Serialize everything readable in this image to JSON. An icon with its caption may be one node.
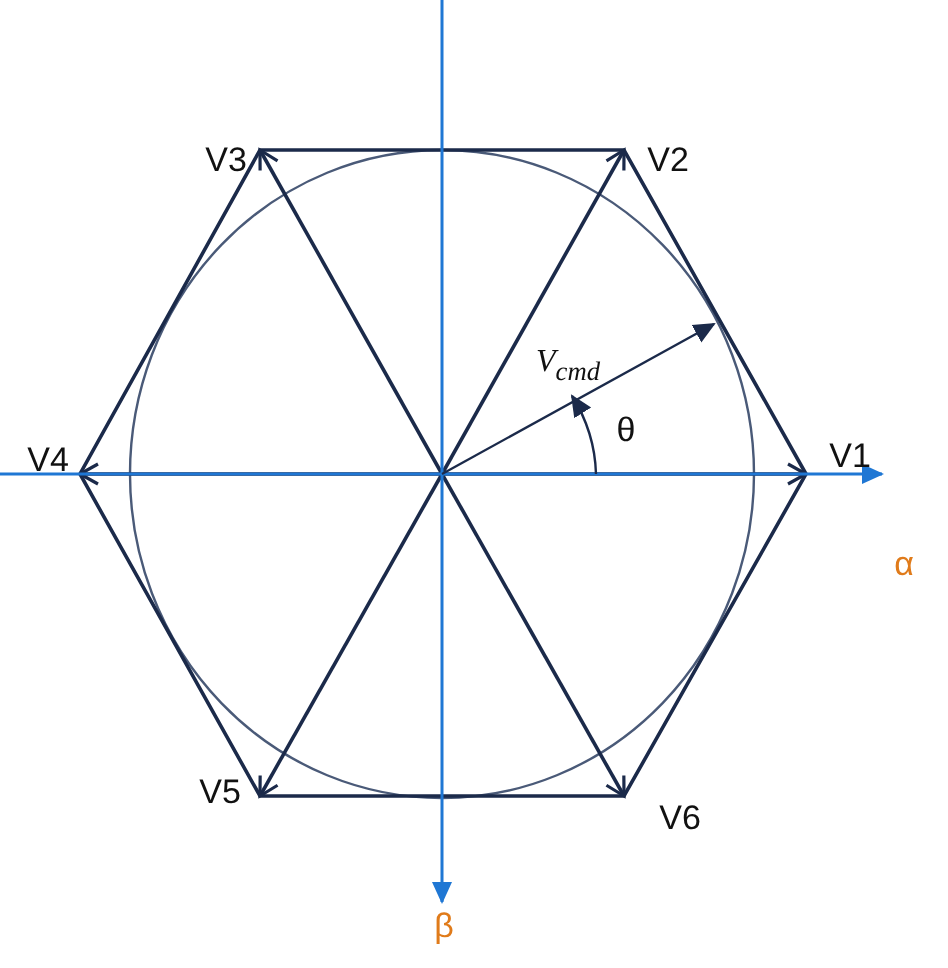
{
  "diagram": {
    "labels": [
      "V3",
      "V2",
      "V4",
      "V1",
      "α",
      "V5",
      "V6",
      "β",
      "θ",
      "V$_{cmd}$"
    ]
  }
}
